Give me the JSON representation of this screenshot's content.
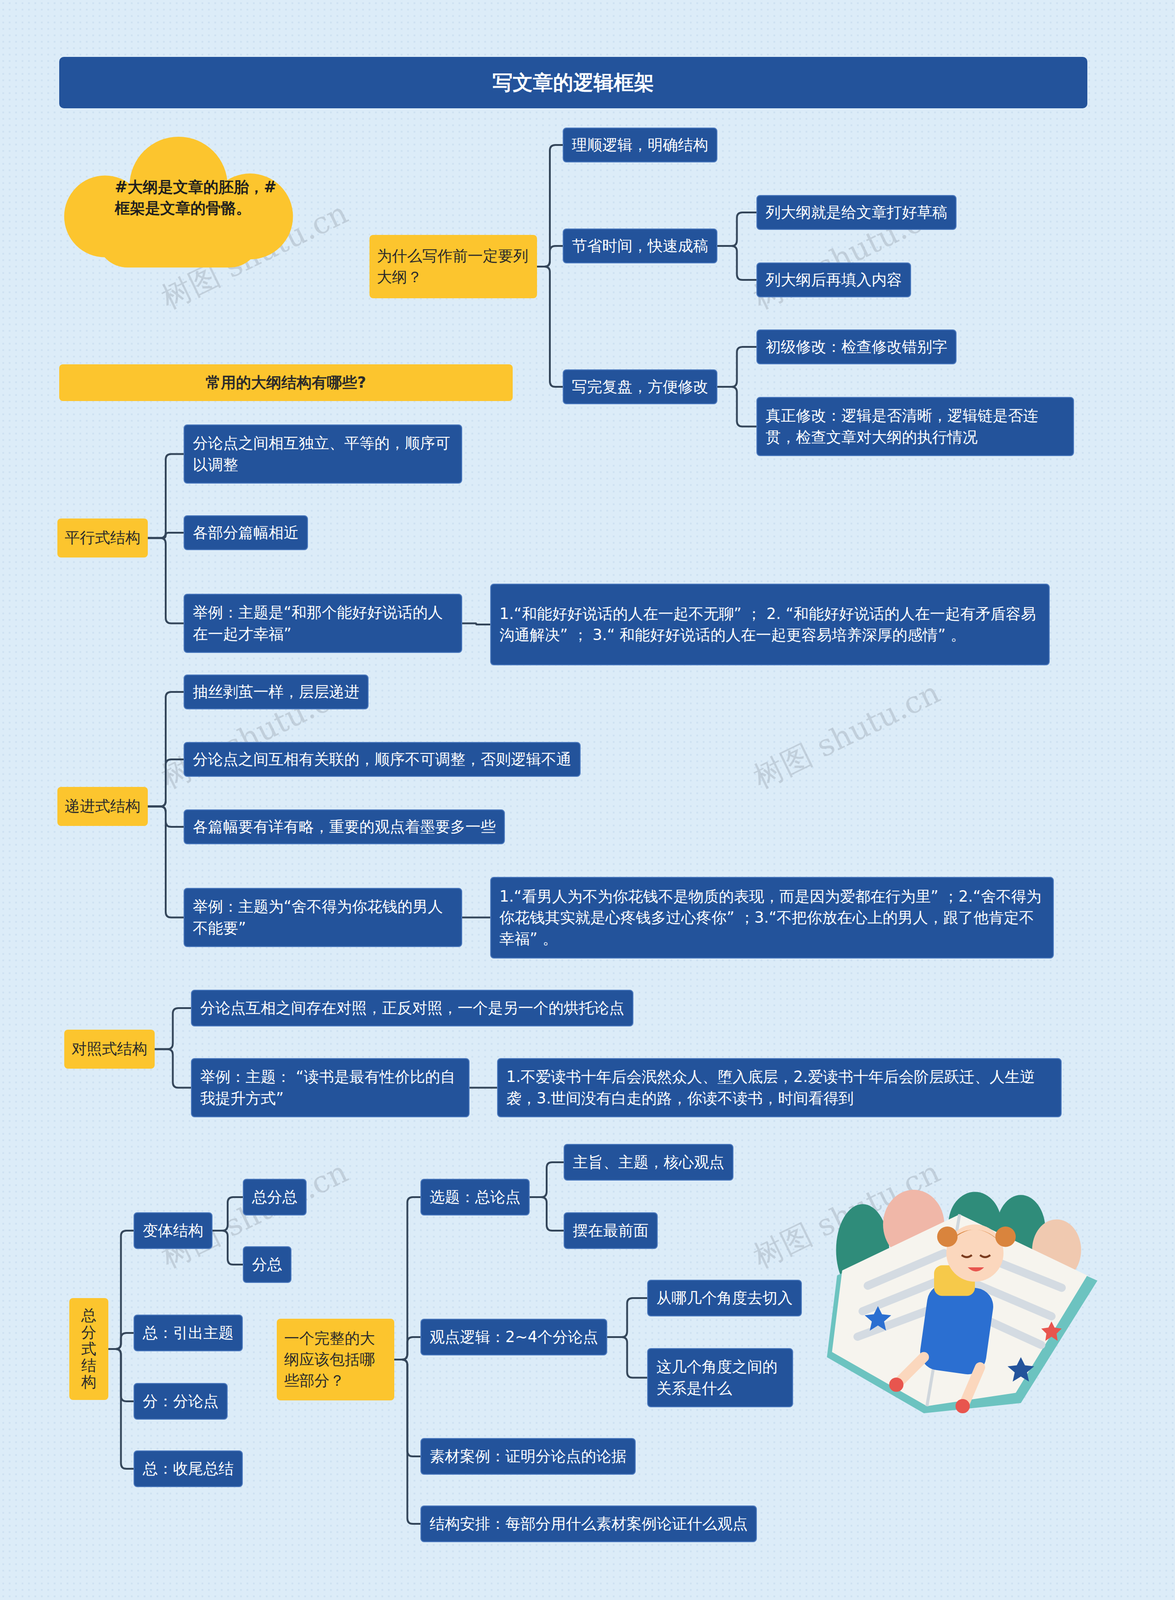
{
  "diagram": {
    "title": "写文章的逻辑框架",
    "nodes": [
      {
        "text": [
          "#大纲是文章的胚胎，#框架是文章的骨骼。"
        ]
      },
      {
        "text": [
          "为什么写作前一定要列大纲？"
        ]
      },
      {
        "text": [
          "理顺逻辑，明确结构"
        ]
      },
      {
        "text": [
          "节省时间，快速成稿"
        ]
      },
      {
        "text": [
          "列大纲就是给文章打好草稿"
        ]
      },
      {
        "text": [
          "列大纲后再填入内容"
        ]
      },
      {
        "text": [
          "写完复盘，方便修改"
        ]
      },
      {
        "text": [
          "初级修改：检查修改错别字"
        ]
      },
      {
        "text": [
          "真正修改：逻辑是否清晰，逻辑链是否连贯，检查文章对大纲的执行情况"
        ]
      },
      {
        "text": [
          "常用的大纲结构有哪些?"
        ]
      },
      {
        "text": [
          "平行式结构"
        ]
      },
      {
        "text": [
          "分论点之间相互独立、平等的，顺序可以调整"
        ]
      },
      {
        "text": [
          "各部分篇幅相近"
        ]
      },
      {
        "text": [
          "举例：主题是“和那个能好好说话的人在一起才幸福”"
        ]
      },
      {
        "text": [
          "1.“和能好好说话的人在一起不无聊” ； 2. “和能好好说话的人在一起有矛盾容易沟通解决” ； 3.“ 和能好好说话的人在一起更容易培养深厚的感情” 。"
        ]
      },
      {
        "text": [
          "递进式结构"
        ]
      },
      {
        "text": [
          "抽丝剥茧一样，层层递进"
        ]
      },
      {
        "text": [
          "分论点之间互相有关联的，顺序不可调整，否则逻辑不通"
        ]
      },
      {
        "text": [
          "各篇幅要有详有略，重要的观点着墨要多一些"
        ]
      },
      {
        "text": [
          "举例：主题为“舍不得为你花钱的男人不能要”"
        ]
      },
      {
        "text": [
          "1.“看男人为不为你花钱不是物质的表现，而是因为爱都在行为里” ；2.“舍不得为你花钱其实就是心疼钱多过心疼你” ；3.“不把你放在心上的男人，跟了他肯定不幸福” 。"
        ]
      },
      {
        "text": [
          "对照式结构"
        ]
      },
      {
        "text": [
          "分论点互相之间存在对照，正反对照，一个是另一个的烘托论点"
        ]
      },
      {
        "text": [
          "举例：主题： “读书是最有性价比的自我提升方式”"
        ]
      },
      {
        "text": [
          "1.不爱读书十年后会泯然众人、堕入底层，2.爱读书十年后会阶层跃迁、人生逆袭，3.世间没有白走的路，你读不读书，时间看得到"
        ]
      },
      {
        "text": [
          "总分式结构"
        ]
      },
      {
        "text": [
          "变体结构"
        ]
      },
      {
        "text": [
          "总分总"
        ]
      },
      {
        "text": [
          "分总"
        ]
      },
      {
        "text": [
          "总：引出主题"
        ]
      },
      {
        "text": [
          "分：分论点"
        ]
      },
      {
        "text": [
          "总：收尾总结"
        ]
      },
      {
        "text": [
          "一个完整的大纲应该包括哪些部分？"
        ]
      },
      {
        "text": [
          "选题：总论点"
        ]
      },
      {
        "text": [
          "主旨、主题，核心观点"
        ]
      },
      {
        "text": [
          "摆在最前面"
        ]
      },
      {
        "text": [
          "观点逻辑：2~4个分论点"
        ]
      },
      {
        "text": [
          "从哪几个角度去切入"
        ]
      },
      {
        "text": [
          "这几个角度之间的关系是什么"
        ]
      },
      {
        "text": [
          "素材案例：证明分论点的论据"
        ]
      },
      {
        "text": [
          "结构安排：每部分用什么素材案例论证什么观点"
        ]
      }
    ],
    "edges": [
      {
        "from": 1,
        "to": 2,
        "arrow": "none"
      },
      {
        "from": 1,
        "to": 3,
        "arrow": "none"
      },
      {
        "from": 1,
        "to": 6,
        "arrow": "none"
      },
      {
        "from": 3,
        "to": 4,
        "arrow": "none"
      },
      {
        "from": 3,
        "to": 5,
        "arrow": "none"
      },
      {
        "from": 6,
        "to": 7,
        "arrow": "none"
      },
      {
        "from": 6,
        "to": 8,
        "arrow": "none"
      },
      {
        "from": 10,
        "to": 11,
        "arrow": "none"
      },
      {
        "from": 10,
        "to": 12,
        "arrow": "none"
      },
      {
        "from": 10,
        "to": 13,
        "arrow": "none"
      },
      {
        "from": 13,
        "to": 14,
        "arrow": "none"
      },
      {
        "from": 15,
        "to": 16,
        "arrow": "none"
      },
      {
        "from": 15,
        "to": 17,
        "arrow": "none"
      },
      {
        "from": 15,
        "to": 18,
        "arrow": "none"
      },
      {
        "from": 15,
        "to": 19,
        "arrow": "none"
      },
      {
        "from": 19,
        "to": 20,
        "arrow": "none"
      },
      {
        "from": 21,
        "to": 22,
        "arrow": "none"
      },
      {
        "from": 21,
        "to": 23,
        "arrow": "none"
      },
      {
        "from": 23,
        "to": 24,
        "arrow": "none"
      },
      {
        "from": 25,
        "to": 26,
        "arrow": "none"
      },
      {
        "from": 25,
        "to": 29,
        "arrow": "none"
      },
      {
        "from": 25,
        "to": 30,
        "arrow": "none"
      },
      {
        "from": 25,
        "to": 31,
        "arrow": "none"
      },
      {
        "from": 26,
        "to": 27,
        "arrow": "none"
      },
      {
        "from": 26,
        "to": 28,
        "arrow": "none"
      },
      {
        "from": 32,
        "to": 33,
        "arrow": "none"
      },
      {
        "from": 32,
        "to": 36,
        "arrow": "none"
      },
      {
        "from": 32,
        "to": 39,
        "arrow": "none"
      },
      {
        "from": 32,
        "to": 40,
        "arrow": "none"
      },
      {
        "from": 33,
        "to": 34,
        "arrow": "none"
      },
      {
        "from": 33,
        "to": 35,
        "arrow": "none"
      },
      {
        "from": 36,
        "to": 37,
        "arrow": "none"
      },
      {
        "from": 36,
        "to": 38,
        "arrow": "none"
      }
    ],
    "labels": [
      "树图 shutu.cn",
      "树图 shutu.cn",
      "树图 shutu.cn",
      "树图 shutu.cn",
      "树图 shutu.cn",
      "树图 shutu.cn"
    ]
  }
}
